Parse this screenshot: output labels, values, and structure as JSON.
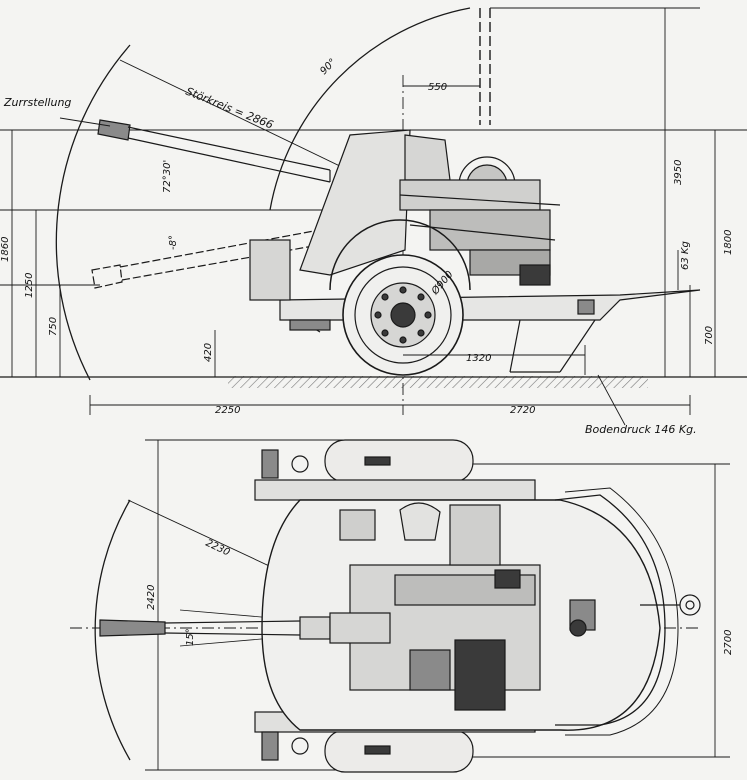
{
  "side_view": {
    "label_zurrstellung": "Zurrstellung",
    "label_stoerkreis": "Störkreis = 2866",
    "angle_90": "90°",
    "angle_upper": "72°30'",
    "angle_lower": "-8°",
    "dim_550": "550",
    "dim_3950": "3950",
    "dim_1800": "1800",
    "dim_1860": "1860",
    "dim_1250": "1250",
    "dim_750": "750",
    "dim_420": "420",
    "dim_700": "700",
    "dim_1320": "1320",
    "dim_2250": "2250",
    "dim_2720": "2720",
    "dim_900": "Ø900",
    "weight_note": "63 Kg",
    "label_bodendruck": "Bodendruck 146 Kg."
  },
  "top_view": {
    "dim_2230": "2230",
    "dim_2420": "2420",
    "dim_2700": "2700",
    "angle_15": "15°"
  },
  "colors": {
    "ink": "#1a1a1a",
    "paper": "#f4f4f2",
    "fill_dark": "#3a3a3a",
    "fill_mid": "#8a8a8a",
    "fill_light": "#d6d6d4"
  }
}
